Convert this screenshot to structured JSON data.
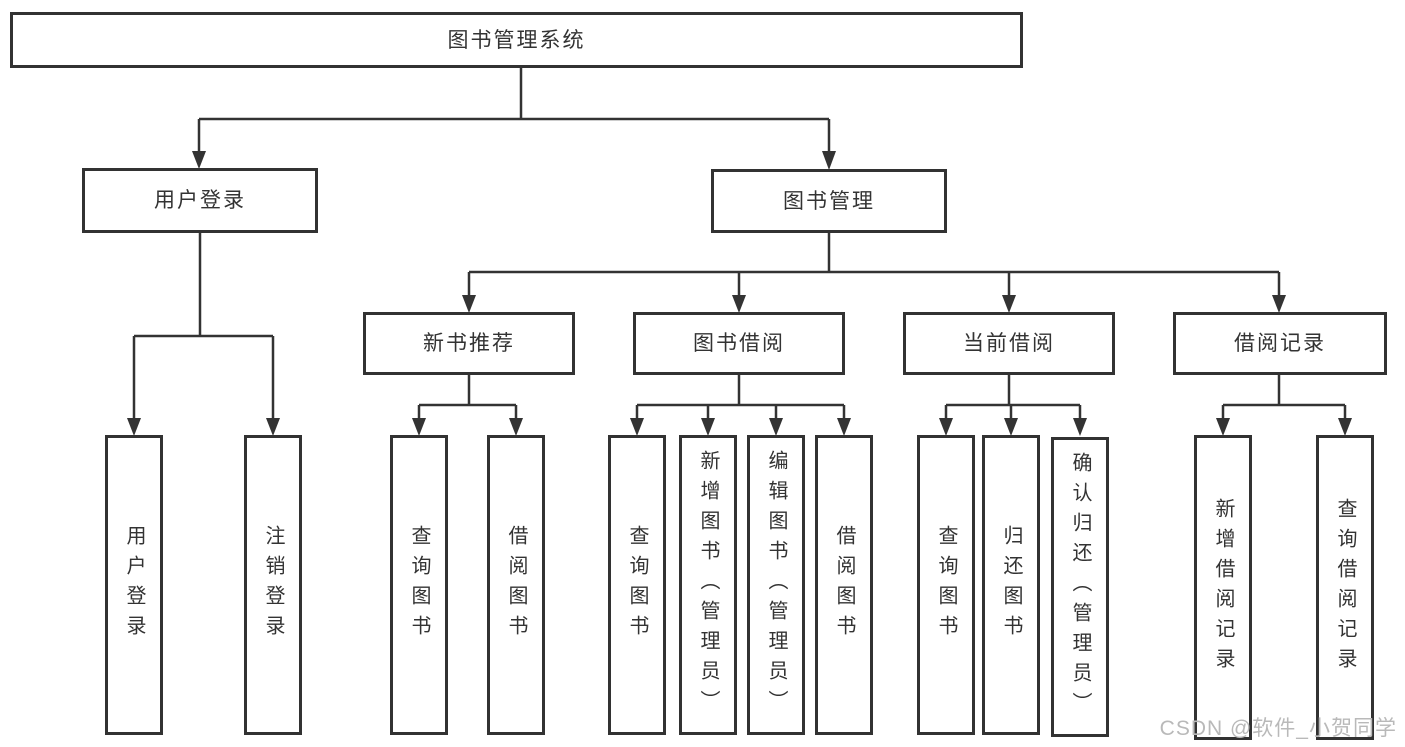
{
  "diagram_title": "图书管理系统",
  "colors": {
    "line": "#333333",
    "box_border": "#323232",
    "box_background": "#ffffff",
    "text": "#333333",
    "watermark_text": "#b9b9b9",
    "page_background": "#ffffff"
  },
  "tree": {
    "root": {
      "label": "图书管理系统",
      "children": [
        {
          "label": "用户登录",
          "children": [
            {
              "label": "用户登录"
            },
            {
              "label": "注销登录"
            }
          ]
        },
        {
          "label": "图书管理",
          "children": [
            {
              "label": "新书推荐",
              "children": [
                {
                  "label": "查询图书"
                },
                {
                  "label": "借阅图书"
                }
              ]
            },
            {
              "label": "图书借阅",
              "children": [
                {
                  "label": "查询图书"
                },
                {
                  "label": "新增图书（管理员）"
                },
                {
                  "label": "编辑图书（管理员）"
                },
                {
                  "label": "借阅图书"
                }
              ]
            },
            {
              "label": "当前借阅",
              "children": [
                {
                  "label": "查询图书"
                },
                {
                  "label": "归还图书"
                },
                {
                  "label": "确认归还（管理员）"
                }
              ]
            },
            {
              "label": "借阅记录",
              "children": [
                {
                  "label": "新增借阅记录"
                },
                {
                  "label": "查询借阅记录"
                }
              ]
            }
          ]
        }
      ]
    }
  },
  "watermark": {
    "text": "CSDN @软件_小贺同学"
  }
}
